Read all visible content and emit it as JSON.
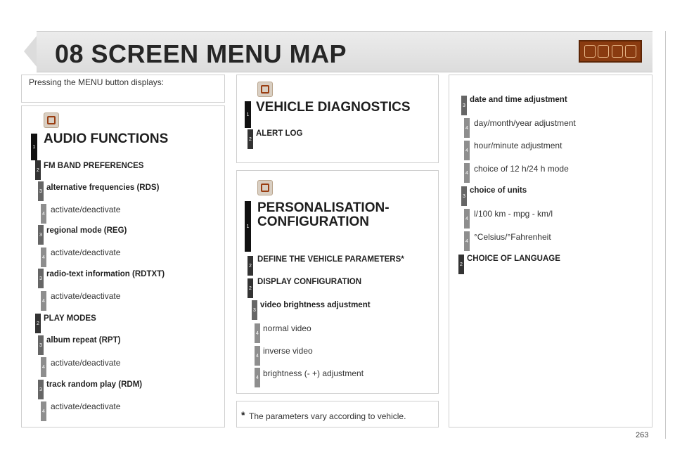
{
  "header": {
    "title": "08  SCREEN MENU MAP",
    "icons": [
      "audio-icon",
      "wrench-icon",
      "settings-icon",
      "phone-icon"
    ]
  },
  "intro": "Pressing the MENU button displays:",
  "audio": {
    "heading": "AUDIO FUNCTIONS",
    "icon": "music-icon",
    "items": [
      {
        "level": "1",
        "text": ""
      },
      {
        "level": "2",
        "text": "FM BAND PREFERENCES"
      },
      {
        "level": "3",
        "text": "alternative frequencies (RDS)"
      },
      {
        "level": "4",
        "text": "activate/deactivate"
      },
      {
        "level": "3",
        "text": "regional mode (REG)"
      },
      {
        "level": "4",
        "text": "activate/deactivate"
      },
      {
        "level": "3",
        "text": "radio-text information (RDTXT)"
      },
      {
        "level": "4",
        "text": "activate/deactivate"
      },
      {
        "level": "2",
        "text": "PLAY MODES"
      },
      {
        "level": "3",
        "text": "album repeat (RPT)"
      },
      {
        "level": "4",
        "text": "activate/deactivate"
      },
      {
        "level": "3",
        "text": "track random play (RDM)"
      },
      {
        "level": "4",
        "text": "activate/deactivate"
      }
    ]
  },
  "diagnostics": {
    "heading": "VEHICLE DIAGNOSTICS",
    "icon": "wrench-icon",
    "alert": {
      "level": "2",
      "text": "ALERT LOG"
    },
    "l1": "1"
  },
  "personalisation": {
    "heading_line1": "PERSONALISATION-",
    "heading_line2": "CONFIGURATION",
    "icon": "settings-icon",
    "l1": "1",
    "items": [
      {
        "level": "2",
        "text": "DEFINE THE VEHICLE PARAMETERS*"
      },
      {
        "level": "2",
        "text": "DISPLAY CONFIGURATION"
      },
      {
        "level": "3",
        "text": "video brightness adjustment"
      },
      {
        "level": "4",
        "text": "normal video"
      },
      {
        "level": "4",
        "text": "inverse video"
      },
      {
        "level": "4",
        "text": "brightness (- +) adjustment"
      }
    ]
  },
  "footnote": {
    "star": "*",
    "text": "The parameters vary according to vehicle."
  },
  "right": {
    "items": [
      {
        "level": "3",
        "text": "date and time adjustment"
      },
      {
        "level": "4",
        "text": "day/month/year adjustment"
      },
      {
        "level": "4",
        "text": "hour/minute adjustment"
      },
      {
        "level": "4",
        "text": "choice of 12 h/24 h mode"
      },
      {
        "level": "3",
        "text": "choice of units"
      },
      {
        "level": "4",
        "text": "l/100 km - mpg - km/l"
      },
      {
        "level": "4",
        "text": "°Celsius/°Fahrenheit"
      },
      {
        "level": "2",
        "text": "CHOICE OF LANGUAGE"
      }
    ]
  },
  "page_number": "263"
}
